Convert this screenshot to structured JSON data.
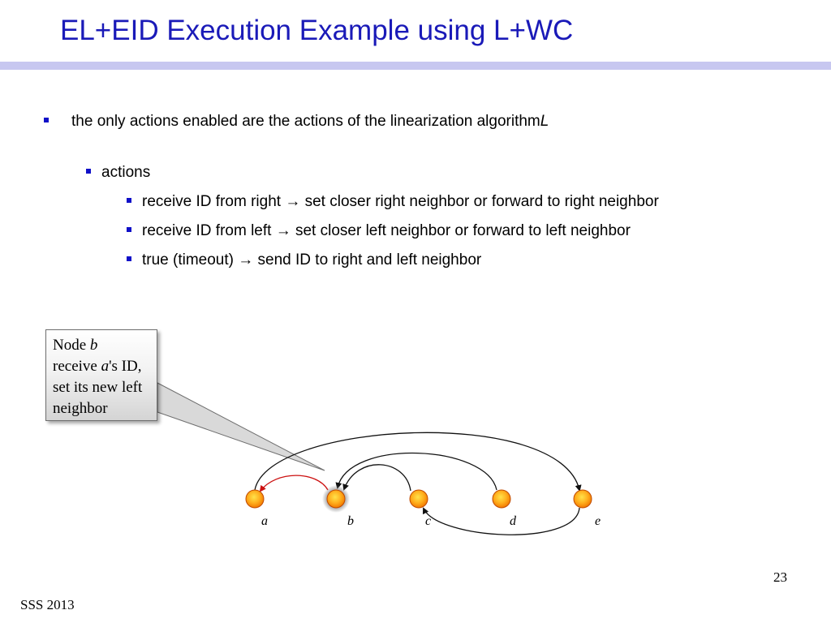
{
  "slide": {
    "title": "EL+EID Execution Example using L+WC",
    "accent_color": "#1a1ab8",
    "rule_color": "#c7c7f0"
  },
  "bullets": {
    "level1": {
      "text": "the only actions enabled are the actions of the linearization algorithm ",
      "italic_tail": "L"
    },
    "level2": {
      "text": "actions"
    },
    "level3": [
      "receive ID from right → set closer right neighbor or forward to right neighbor",
      "receive ID from left →  set closer left neighbor or forward to left neighbor",
      "true (timeout) → send ID to right and left neighbor"
    ]
  },
  "callout": {
    "lines": [
      {
        "pre": "Node ",
        "italic": "b",
        "post": ""
      },
      {
        "pre": "receive ",
        "italic": "a",
        "post": "'s ID,"
      },
      {
        "pre": "set its new left",
        "italic": "",
        "post": ""
      },
      {
        "pre": "neighbor",
        "italic": "",
        "post": ""
      }
    ]
  },
  "diagram": {
    "nodes": [
      {
        "id": "a",
        "label": "a",
        "highlighted": false
      },
      {
        "id": "b",
        "label": "b",
        "highlighted": true
      },
      {
        "id": "c",
        "label": "c",
        "highlighted": false
      },
      {
        "id": "d",
        "label": "d",
        "highlighted": false
      },
      {
        "id": "e",
        "label": "e",
        "highlighted": false
      }
    ],
    "edges": [
      {
        "from": "b",
        "to": "a",
        "color": "#cc1111"
      },
      {
        "from": "a",
        "to": "e",
        "color": "#111111"
      },
      {
        "from": "c",
        "to": "b",
        "color": "#111111"
      },
      {
        "from": "d",
        "to": "b",
        "color": "#111111"
      },
      {
        "from": "e",
        "to": "c",
        "color": "#111111"
      }
    ],
    "node_colors": {
      "fill_inner": "#ffe24a",
      "fill_outer": "#f27a00",
      "stroke": "#c04a00"
    }
  },
  "footer": {
    "left": "SSS 2013",
    "page": "23"
  }
}
